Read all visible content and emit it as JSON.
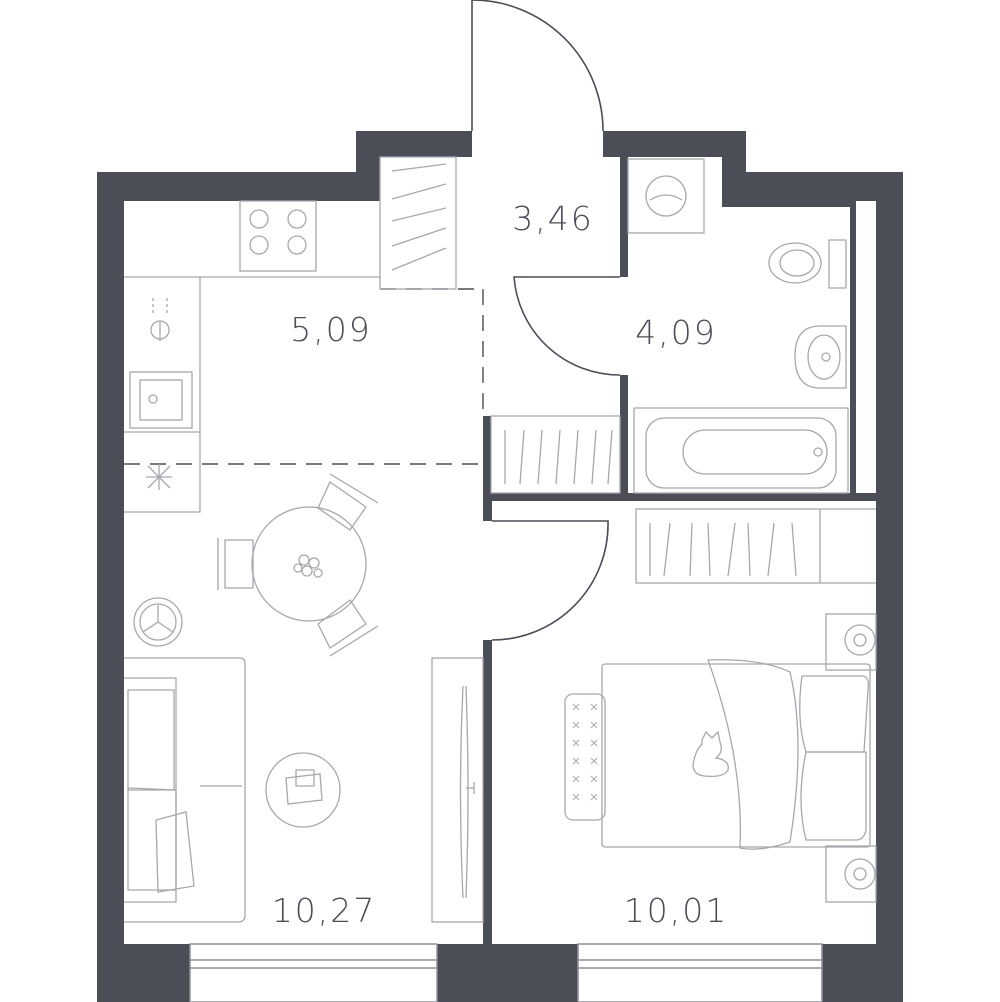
{
  "colors": {
    "wall": "#4b4e57",
    "line": "#8e9097",
    "fixture": "#a6a8ae",
    "background": "#ffffff"
  },
  "rooms": {
    "hall": {
      "area": "3,46"
    },
    "kitchen": {
      "area": "5,09"
    },
    "bathroom": {
      "area": "4,09"
    },
    "living": {
      "area": "10,27"
    },
    "bedroom": {
      "area": "10,01"
    }
  }
}
